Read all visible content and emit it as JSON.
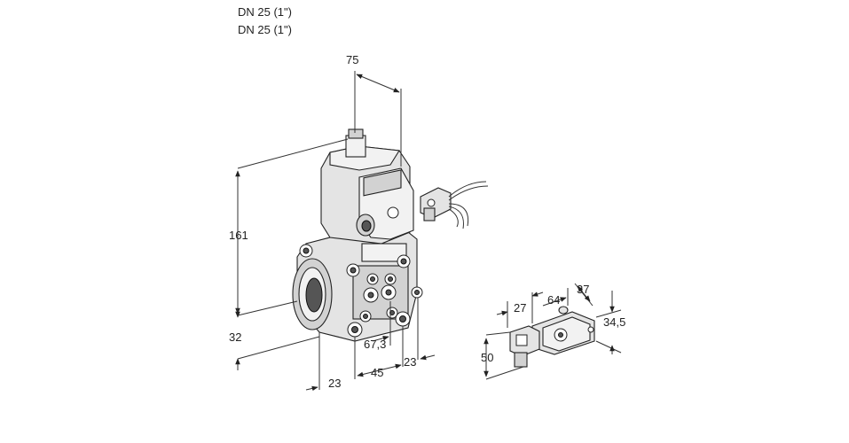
{
  "header": {
    "line1": "DN 25 (1\")",
    "line2": "DN 25 (1\")"
  },
  "dimensions": {
    "width_top": "75",
    "height_total": "161",
    "height_bottom": "32",
    "pitch_67": "67,3",
    "offset_45": "45",
    "offset_23_right": "23",
    "offset_23_left": "23"
  },
  "connector_dimensions": {
    "d27": "27",
    "d64": "64",
    "d37": "37",
    "d34": "34,5",
    "d50": "50"
  }
}
